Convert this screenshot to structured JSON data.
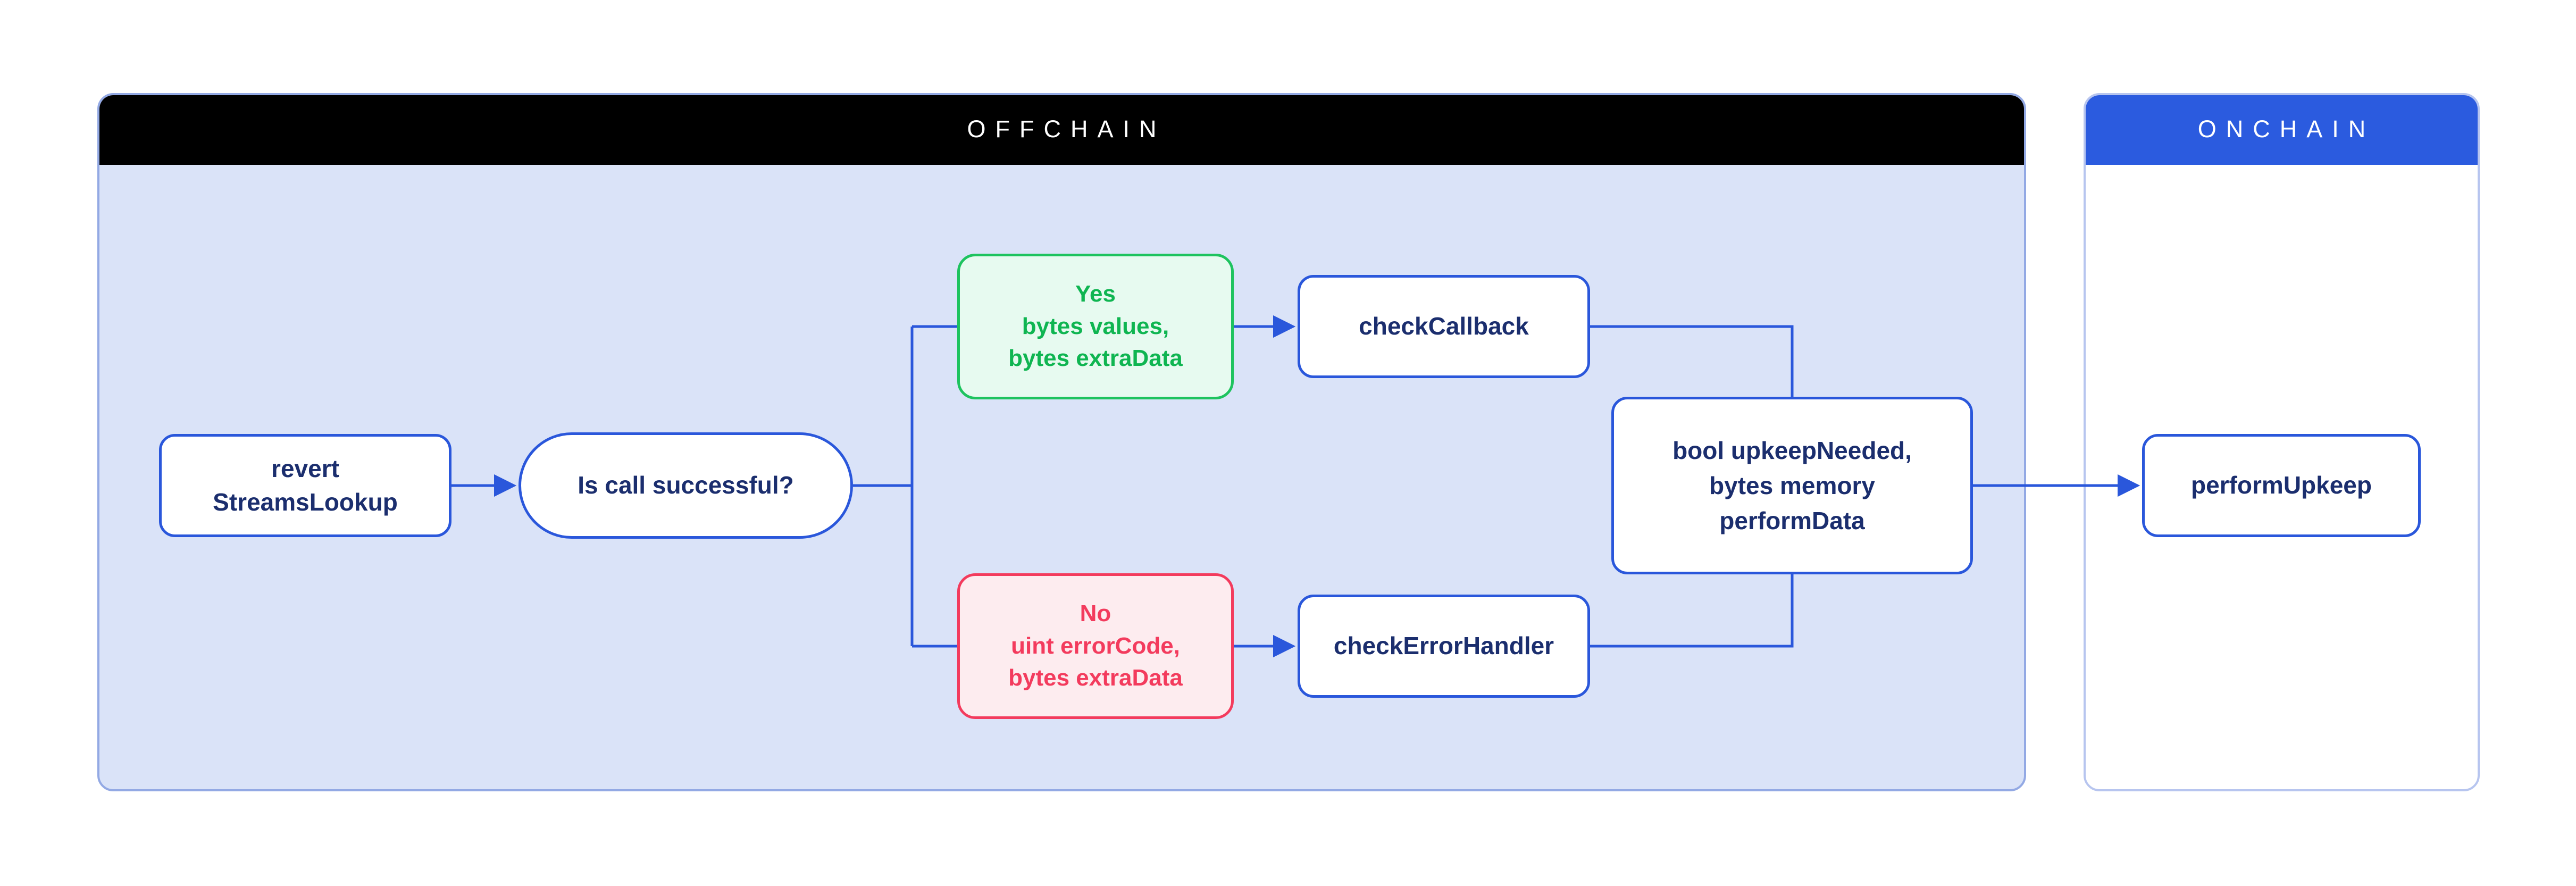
{
  "panels": {
    "offchain": {
      "label": "OFFCHAIN"
    },
    "onchain": {
      "label": "ONCHAIN"
    }
  },
  "nodes": {
    "revert_streams_lookup": {
      "label": "revert\nStreamsLookup"
    },
    "is_call_successful": {
      "label": "Is call successful?"
    },
    "yes_branch": {
      "label": "Yes\nbytes values,\nbytes extraData"
    },
    "no_branch": {
      "label": "No\nuint errorCode,\nbytes extraData"
    },
    "check_callback": {
      "label": "checkCallback"
    },
    "check_error_handler": {
      "label": "checkErrorHandler"
    },
    "upkeep_result": {
      "label": "bool upkeepNeeded,\nbytes memory\nperformData"
    },
    "perform_upkeep": {
      "label": "performUpkeep"
    }
  },
  "colors": {
    "offchain_header_bg": "#000000",
    "offchain_body_bg": "#DAE3F8",
    "offchain_border": "#93A9E4",
    "onchain_header_bg": "#2B5BDF",
    "onchain_border": "#B7C5EF",
    "edge_blue": "#2A57DB",
    "node_border_blue": "#2A57DB",
    "node_text_navy": "#1B2E6E",
    "yes_border_green": "#1EC35F",
    "yes_text_green": "#0FB551",
    "yes_bg_green": "#E7FAF0",
    "no_border_red": "#F33B5D",
    "no_text_red": "#F33B5D",
    "no_bg_red": "#FDECEF"
  }
}
